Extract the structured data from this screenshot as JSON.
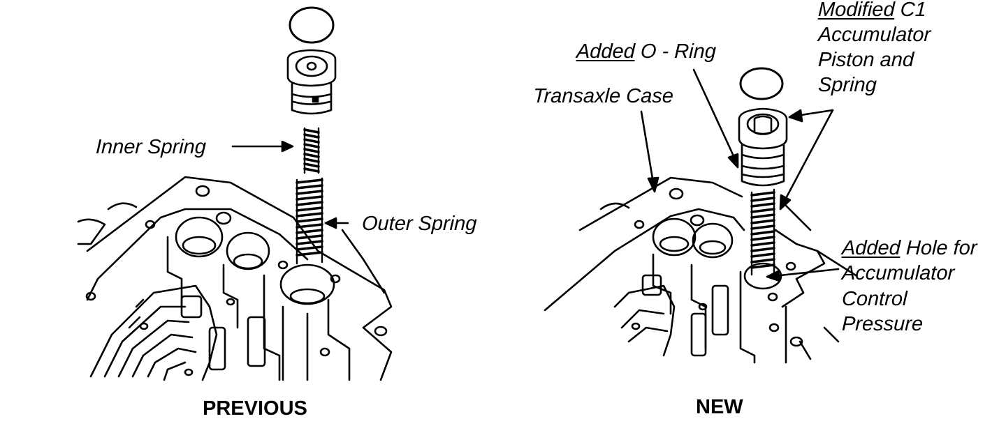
{
  "previous": {
    "caption": "PREVIOUS",
    "labels": {
      "inner_spring": "Inner Spring",
      "outer_spring": "Outer Spring"
    }
  },
  "new": {
    "caption": "NEW",
    "labels": {
      "modified_word": "Modified",
      "c1_rest": " C1",
      "accumulator_piston_lines": [
        "Accumulator",
        "Piston and",
        "Spring"
      ],
      "added_oring_word": "Added",
      "oring_rest": " O - Ring",
      "transaxle_case": "Transaxle Case",
      "added_hole_word": "Added",
      "hole_rest": " Hole for",
      "hole_lines": [
        "Accumulator",
        "Control",
        "Pressure"
      ]
    }
  },
  "colors": {
    "ink": "#000000",
    "paper": "#ffffff"
  }
}
